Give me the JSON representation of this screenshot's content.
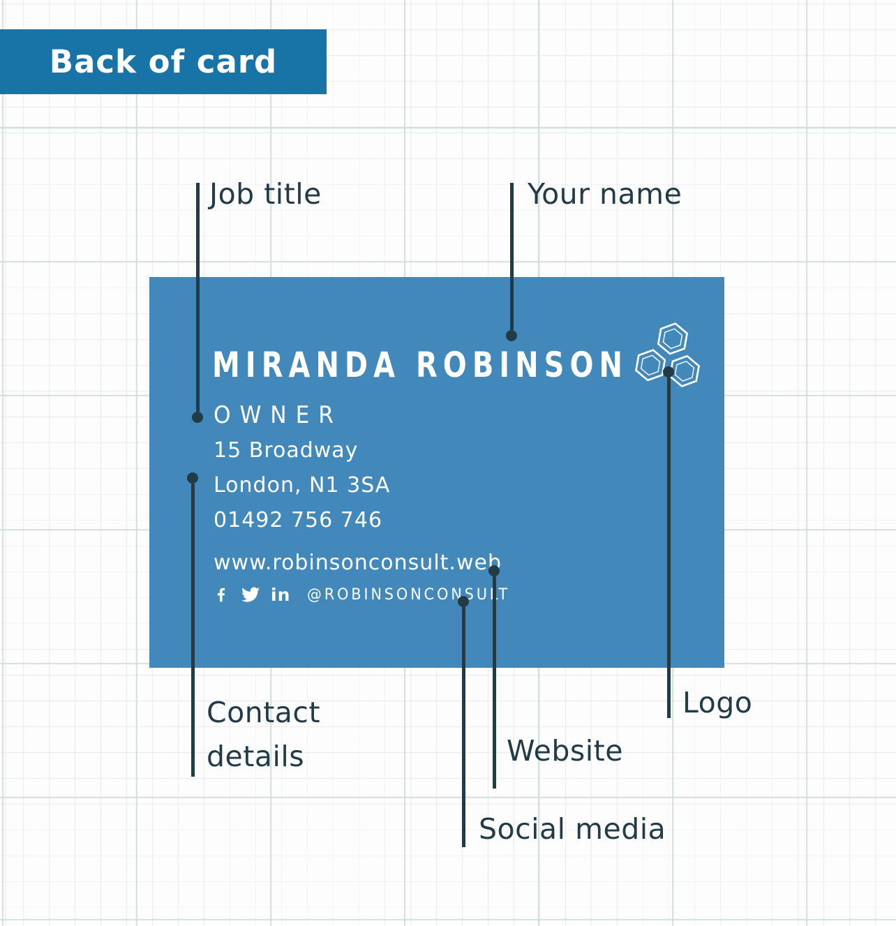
{
  "banner": {
    "label": "Back of card"
  },
  "card": {
    "name": "MIRANDA ROBINSON",
    "job_title": "OWNER",
    "address_line1": "15 Broadway",
    "address_line2": "London, N1 3SA",
    "phone": "01492 756 746",
    "website": "www.robinsonconsult.web",
    "social_handle": "@ROBINSONCONSULT",
    "social_icons": [
      "facebook-icon",
      "twitter-icon",
      "linkedin-icon"
    ],
    "linkedin_glyph": "in"
  },
  "callouts": {
    "job_title": "Job title",
    "your_name": "Your name",
    "contact_details": "Contact details",
    "logo": "Logo",
    "website": "Website",
    "social_media": "Social media"
  },
  "colors": {
    "banner_blue": "#1874a6",
    "card_blue": "#4288ba",
    "callout_dark": "#223b47",
    "card_text": "#ffffff",
    "grid_minor": "#eceeee",
    "grid_major": "#cfe0d9"
  }
}
